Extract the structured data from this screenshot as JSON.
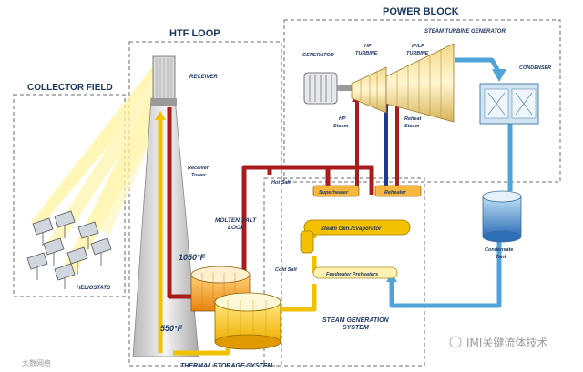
{
  "sections": {
    "power_block": "POWER BLOCK",
    "htf_loop": "HTF LOOP",
    "collector_field": "COLLECTOR FIELD",
    "steam_turbine_generator": "STEAM TURBINE GENERATOR",
    "molten_salt_loop_1": "MOLTEN SALT",
    "molten_salt_loop_2": "LOOP",
    "steam_generation_1": "STEAM GENERATION",
    "steam_generation_2": "SYSTEM",
    "thermal_storage": "THERMAL STORAGE SYSTEM"
  },
  "labels": {
    "generator": "GENERATOR",
    "hp_turbine_1": "HP",
    "hp_turbine_2": "TURBINE",
    "iplp_turbine_1": "IP/LP",
    "iplp_turbine_2": "TURBINE",
    "condenser": "CONDENSER",
    "receiver": "RECEIVER",
    "receiver_tower_1": "Receiver",
    "receiver_tower_2": "Tower",
    "hp_steam_1": "HP",
    "hp_steam_2": "Steam",
    "reheat_steam_1": "Reheat",
    "reheat_steam_2": "Steam",
    "hot_salt": "Hot Salt",
    "cold_salt": "Cold Salt",
    "superheater": "Superheater",
    "reheater": "Reheater",
    "steam_gen_evaporator": "Steam Gen./Evaporator",
    "feedwater_preheaters": "Feedwater Preheaters",
    "condensate_tank_1": "Condensate",
    "condensate_tank_2": "Tank",
    "heliostats": "HELIOSTATS",
    "temp_hot": "1050°F",
    "temp_cold": "550°F"
  },
  "watermarks": {
    "left": "大数网络",
    "right": "IMI关键流体技术"
  },
  "colors": {
    "hot_salt": "#a81c1c",
    "cold_salt": "#f2c200",
    "steam": "#1f3b8f",
    "water": "#4fa3d9",
    "sun_beam": "#fff3a0"
  }
}
